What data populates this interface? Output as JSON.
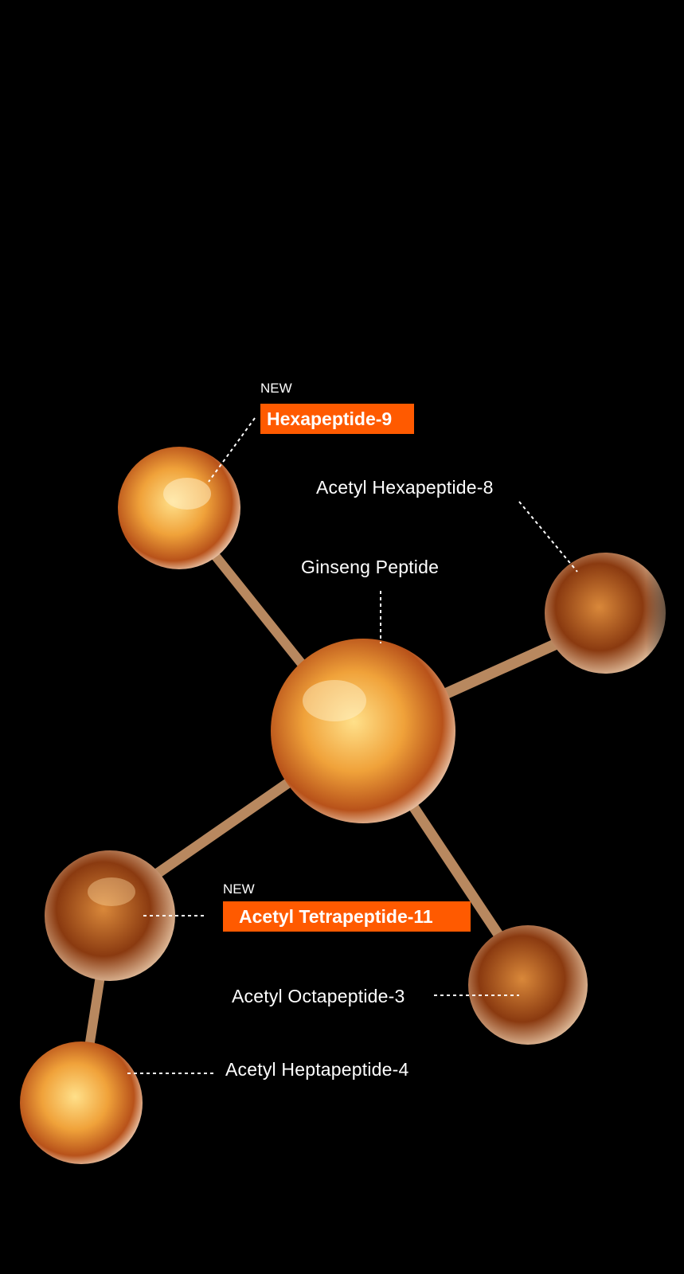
{
  "colors": {
    "accent": "#ff5a00",
    "background": "#000000",
    "text": "#ffffff"
  },
  "labels": {
    "hexapeptide9": {
      "badge": "NEW",
      "name": "Hexapeptide-9"
    },
    "acetyl_hexapeptide8": "Acetyl Hexapeptide-8",
    "ginseng": "Ginseng Peptide",
    "acetyl_tetrapeptide11": {
      "badge": "NEW",
      "name": "Acetyl Tetrapeptide-11"
    },
    "acetyl_octapeptide3": "Acetyl Octapeptide-3",
    "acetyl_heptapeptide4": "Acetyl Heptapeptide-4"
  }
}
